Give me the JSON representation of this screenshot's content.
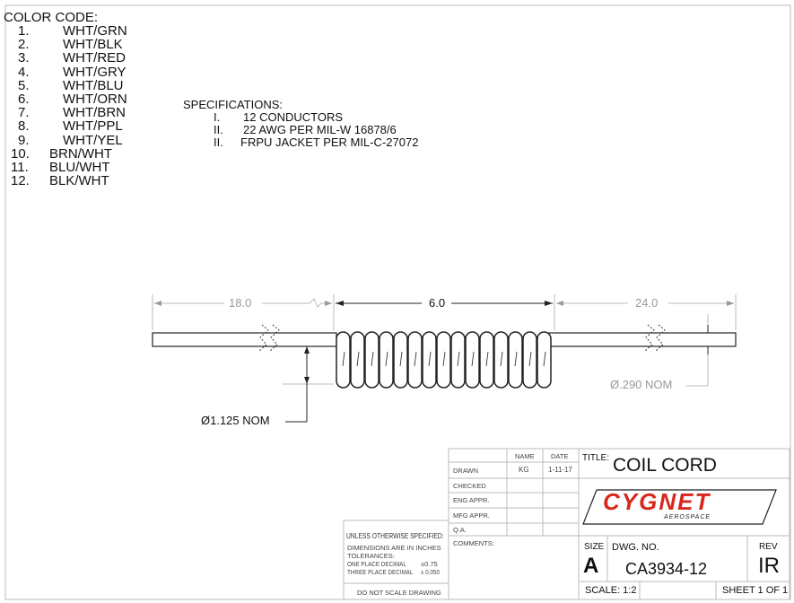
{
  "color_code": {
    "title": "COLOR CODE:",
    "items": [
      {
        "n": "1.",
        "c": "WHT/GRN"
      },
      {
        "n": "2.",
        "c": "WHT/BLK"
      },
      {
        "n": "3.",
        "c": "WHT/RED"
      },
      {
        "n": "4.",
        "c": "WHT/GRY"
      },
      {
        "n": "5.",
        "c": "WHT/BLU"
      },
      {
        "n": "6.",
        "c": "WHT/ORN"
      },
      {
        "n": "7.",
        "c": "WHT/BRN"
      },
      {
        "n": "8.",
        "c": "WHT/PPL"
      },
      {
        "n": "9.",
        "c": "WHT/YEL"
      },
      {
        "n": "10.",
        "c": "BRN/WHT"
      },
      {
        "n": "11.",
        "c": "BLU/WHT"
      },
      {
        "n": "12.",
        "c": "BLK/WHT"
      }
    ]
  },
  "specifications": {
    "title": "SPECIFICATIONS:",
    "items": [
      {
        "n": "I.",
        "t": "12 CONDUCTORS"
      },
      {
        "n": "II.",
        "t": "22 AWG PER MIL-W 16878/6"
      },
      {
        "n": "II.",
        "t": "FRPU JACKET PER MIL-C-27072"
      }
    ]
  },
  "dimensions": {
    "left": "18.0",
    "coil": "6.0",
    "right": "24.0",
    "coil_dia": "Ø1.125 NOM",
    "cord_dia": "Ø.290 NOM"
  },
  "title_block": {
    "name_hdr": "NAME",
    "date_hdr": "DATE",
    "rows": [
      {
        "label": "DRAWN",
        "name": "KG",
        "date": "1-11-17"
      },
      {
        "label": "CHECKED",
        "name": "",
        "date": ""
      },
      {
        "label": "ENG APPR.",
        "name": "",
        "date": ""
      },
      {
        "label": "MFG APPR.",
        "name": "",
        "date": ""
      },
      {
        "label": "Q.A.",
        "name": "",
        "date": ""
      }
    ],
    "comments": "COMMENTS:",
    "title_label": "TITLE:",
    "title": "COIL CORD",
    "logo": "CYGNET",
    "logo_sub": "AEROSPACE",
    "size_label": "SIZE",
    "size": "A",
    "dwg_label": "DWG.  NO.",
    "dwg_no": "CA3934-12",
    "rev_label": "REV",
    "rev": "IR",
    "scale": "SCALE: 1:2",
    "sheet": "SHEET 1 OF 1",
    "unless": "UNLESS OTHERWISE SPECIFIED:",
    "dims_in": "DIMENSIONS ARE IN INCHES",
    "tolerances": "TOLERANCES:",
    "one_place": "ONE PLACE DECIMAL",
    "one_tol": "±0.75",
    "three_place": "THREE PLACE DECIMAL",
    "three_tol": "± 0.050",
    "no_scale": "DO NOT SCALE DRAWING"
  },
  "colors": {
    "logo_red": "#d8281c"
  }
}
